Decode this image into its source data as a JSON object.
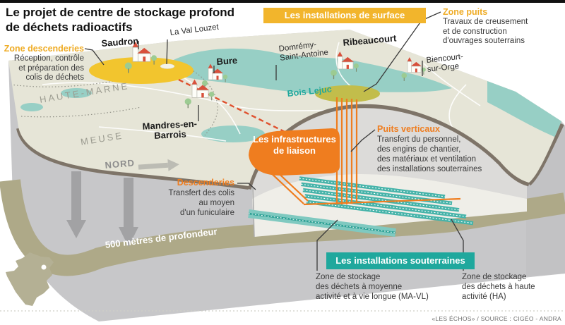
{
  "colors": {
    "gold": "#F2B52C",
    "gold_text": "#EFAC26",
    "orange": "#EF7D1F",
    "red_dash": "#DF512E",
    "teal": "#1FA89D",
    "map_surface": "#E6E5D7",
    "water": "#97CFC5",
    "rim": "#7E7468",
    "rock_gray": "#C7C7C9",
    "olive_layer": "#AEA988"
  },
  "title": {
    "line1": "Le projet de centre de stockage profond",
    "line2": "de déchets radioactifs"
  },
  "badges": {
    "surface": "Les installations de surface",
    "underground": "Les installations souterraines",
    "liaison_line1": "Les infrastructures",
    "liaison_line2": "de liaison"
  },
  "callouts": {
    "zone_descenderies": {
      "heading": "Zone descenderies",
      "line1": "Réception, contrôle",
      "line2": "et préparation des",
      "line3": "colis de déchets"
    },
    "zone_puits": {
      "heading": "Zone puits",
      "line1": "Travaux de creusement",
      "line2": "et de construction",
      "line3": "d'ouvrages souterrains"
    },
    "puits_verticaux": {
      "heading": "Puits verticaux",
      "line1": "Transfert du personnel,",
      "line2": "des engins de chantier,",
      "line3": "des matériaux et ventilation",
      "line4": "des installations souterraines"
    },
    "descenderies": {
      "heading": "Descenderies",
      "line1": "Transfert des colis",
      "line2": "au moyen",
      "line3": "d'un funiculaire"
    },
    "zone_mavl": {
      "line1": "Zone de stockage",
      "line2": "des déchets à moyenne",
      "line3": "activité et à vie longue (MA-VL)"
    },
    "zone_ha": {
      "line1": "Zone de stockage",
      "line2": "des déchets à haute",
      "line3": "activité (HA)"
    }
  },
  "map_labels": {
    "saudron": "Saudron",
    "la_val_louzet": "La Val Louzet",
    "bure": "Bure",
    "domremy_line1": "Domrémy-",
    "domremy_line2": "Saint-Antoine",
    "ribeaucourt": "Ribeaucourt",
    "biencourt_line1": "Biencourt-",
    "biencourt_line2": "sur-Orge",
    "bois_lejuc": "Bois Lejuc",
    "mandres_line1": "Mandres-en-",
    "mandres_line2": "Barrois",
    "haute_marne": "HAUTE-MARNE",
    "meuse": "MEUSE",
    "nord": "NORD"
  },
  "depth_label": "500 mètres de profondeur",
  "source": "«LES ÉCHOS» / SOURCE : CIGÉO - ANDRA"
}
